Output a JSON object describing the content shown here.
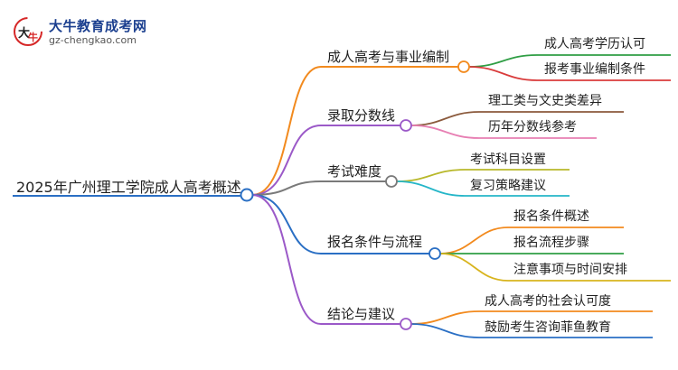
{
  "logo": {
    "name": "大牛教育成考网",
    "url": "gz-chengkao.com",
    "mark_text": "大牛"
  },
  "mindmap": {
    "root": "2025年广州理工学院成人高考概述",
    "branches": [
      {
        "label": "成人高考与事业编制",
        "color": "#f28a1e",
        "leaves": [
          {
            "label": "成人高考学历认可",
            "color": "#2f9e44"
          },
          {
            "label": "报考事业编制条件",
            "color": "#d93b3b"
          }
        ]
      },
      {
        "label": "录取分数线",
        "color": "#9b59c8",
        "leaves": [
          {
            "label": "理工类与文史类差异",
            "color": "#8b5a3c"
          },
          {
            "label": "历年分数线参考",
            "color": "#e77fb3"
          }
        ]
      },
      {
        "label": "考试难度",
        "color": "#7a7a7a",
        "leaves": [
          {
            "label": "考试科目设置",
            "color": "#b8b82a"
          },
          {
            "label": "复习策略建议",
            "color": "#25b6c8"
          }
        ]
      },
      {
        "label": "报名条件与流程",
        "color": "#2a6fc4",
        "leaves": [
          {
            "label": "报名条件概述",
            "color": "#f28a1e"
          },
          {
            "label": "报名流程步骤",
            "color": "#2f9e44"
          },
          {
            "label": "注意事项与时间安排",
            "color": "#d8b41e"
          }
        ]
      },
      {
        "label": "结论与建议",
        "color": "#9b59c8",
        "leaves": [
          {
            "label": "成人高考的社会认可度",
            "color": "#f28a1e"
          },
          {
            "label": "鼓励考生咨询菲鱼教育",
            "color": "#2a6fc4"
          }
        ]
      }
    ],
    "root_color": "#2a6fc4"
  }
}
